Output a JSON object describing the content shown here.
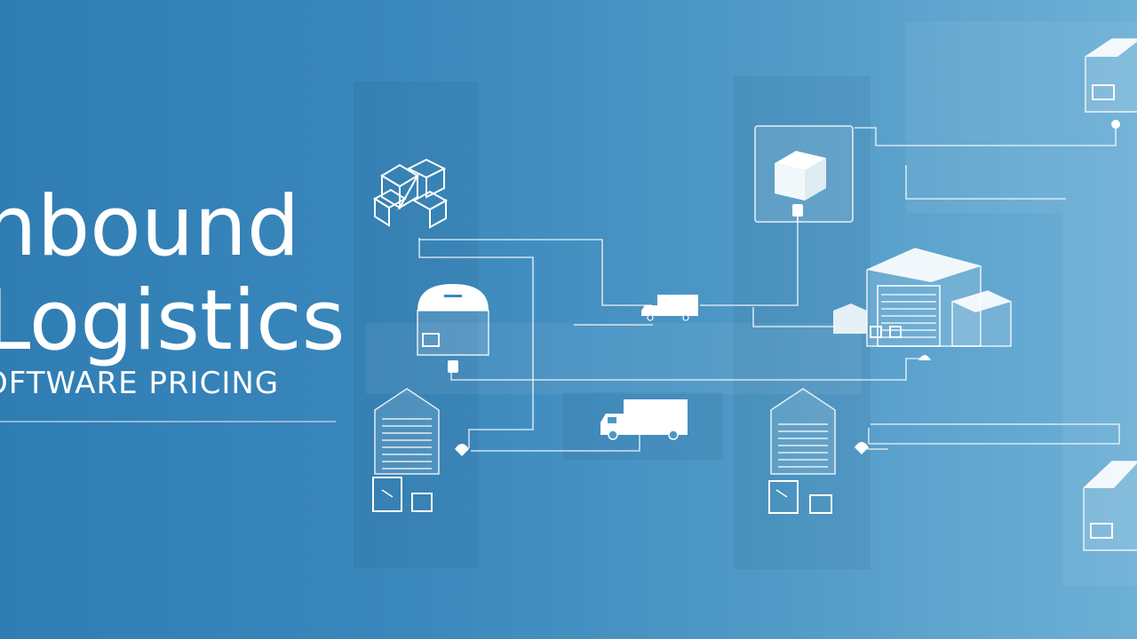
{
  "hero": {
    "line1": "nbound",
    "line2": "Logistics",
    "subtitle": "OFTWARE PRICING"
  },
  "icons": [
    "boxes-cluster-icon",
    "mailbox-icon",
    "warehouse-icon",
    "shelf-icon",
    "delivery-truck-icon",
    "box-icon",
    "large-warehouse-icon",
    "package-icon"
  ],
  "colors": {
    "background_start": "#2f7db3",
    "background_end": "#6db0d6",
    "foreground": "#ffffff"
  }
}
